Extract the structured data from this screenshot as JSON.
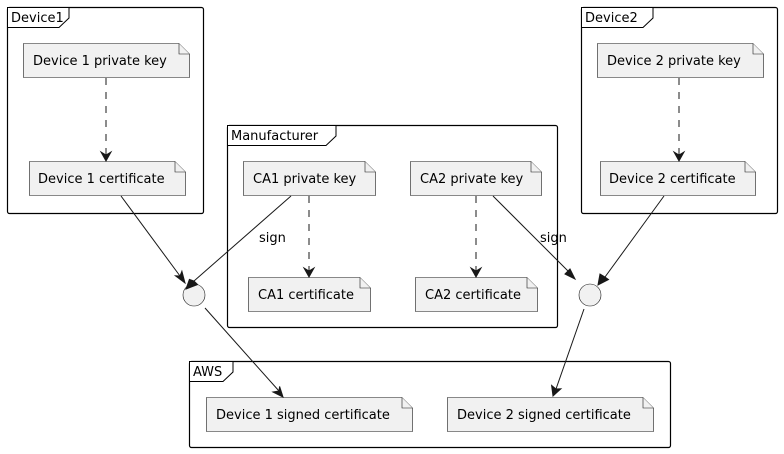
{
  "frames": {
    "device1": {
      "label": "Device1"
    },
    "device2": {
      "label": "Device2"
    },
    "manufacturer": {
      "label": "Manufacturer"
    },
    "aws": {
      "label": "AWS"
    }
  },
  "notes": {
    "device1_private_key": "Device 1 private key",
    "device1_certificate": "Device 1 certificate",
    "device2_private_key": "Device 2 private key",
    "device2_certificate": "Device 2 certificate",
    "ca1_private_key": "CA1 private key",
    "ca1_certificate": "CA1 certificate",
    "ca2_private_key": "CA2 private key",
    "ca2_certificate": "CA2 certificate",
    "device1_signed_certificate": "Device 1 signed certificate",
    "device2_signed_certificate": "Device 2 signed certificate"
  },
  "edges": {
    "sign_label_left": "sign",
    "sign_label_right": "sign"
  },
  "colors": {
    "note_fill": "#f1f1f1",
    "stroke": "#181818",
    "background": "#ffffff"
  }
}
